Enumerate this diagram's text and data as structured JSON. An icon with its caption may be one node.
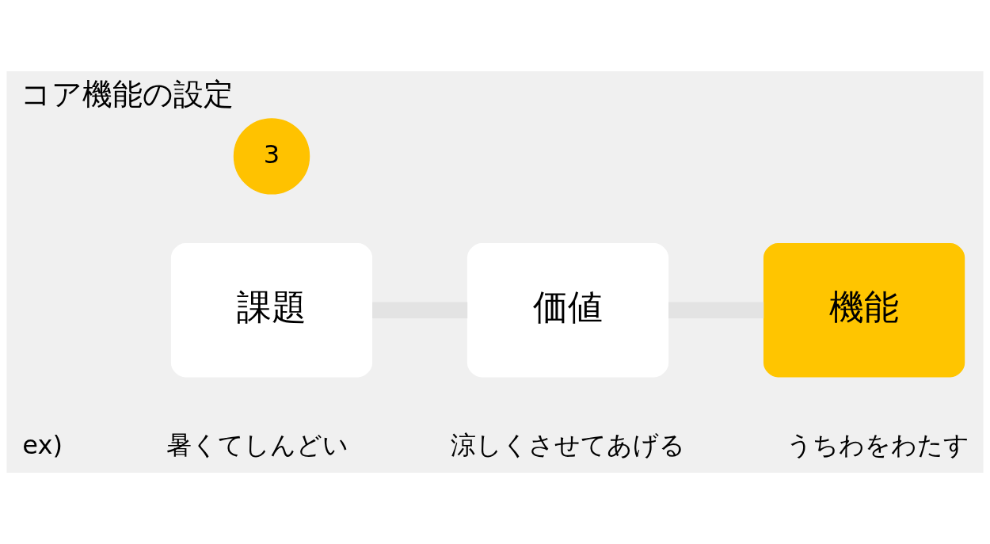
{
  "diagram": {
    "title": "コア機能の設定",
    "nodes": [
      {
        "text": [
          "3"
        ]
      },
      {
        "text": [
          "課題"
        ],
        "beside": [
          "暑くてしんどい"
        ]
      },
      {
        "text": [
          "価値"
        ],
        "beside": [
          "涼しくさせてあげる"
        ]
      },
      {
        "text": [
          "機能"
        ],
        "beside": [
          "うちわをわたす"
        ]
      }
    ],
    "edges": [
      {
        "from": 1,
        "to": 2,
        "arrow": "none"
      },
      {
        "from": 2,
        "to": 3,
        "arrow": "none"
      }
    ],
    "labels": [
      "ex)"
    ]
  }
}
